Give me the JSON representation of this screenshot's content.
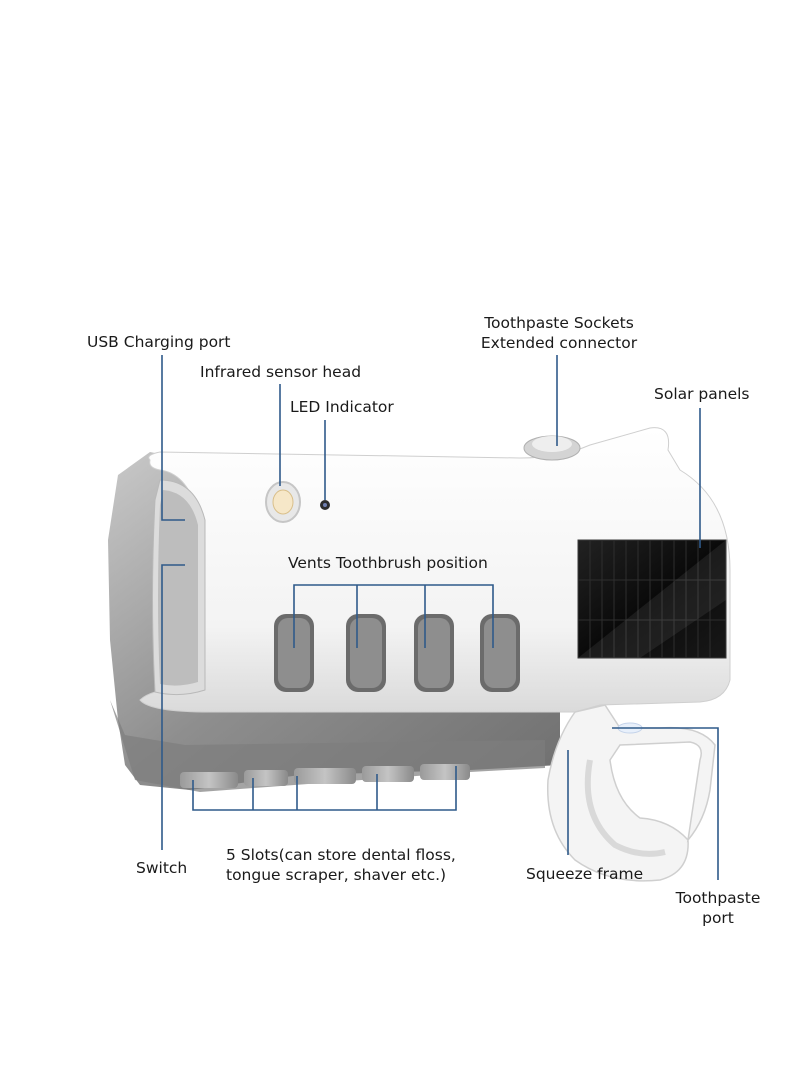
{
  "labels": {
    "usb_port": "USB Charging port",
    "infrared": "Infrared sensor head",
    "led": "LED Indicator",
    "sockets_line1": "Toothpaste Sockets",
    "sockets_line2": "Extended connector",
    "solar": "Solar panels",
    "vents": "Vents Toothbrush position",
    "switch": "Switch",
    "slots_line1": "5 Slots(can store dental floss,",
    "slots_line2": "tongue scraper, shaver etc.)",
    "squeeze": "Squeeze frame",
    "port_line1": "Toothpaste",
    "port_line2": "port"
  },
  "colors": {
    "leader": "#2f5a8a",
    "body_white": "#f6f6f6",
    "body_gray": "#9c9c9c",
    "solar_panel": "#0d0d0d"
  }
}
